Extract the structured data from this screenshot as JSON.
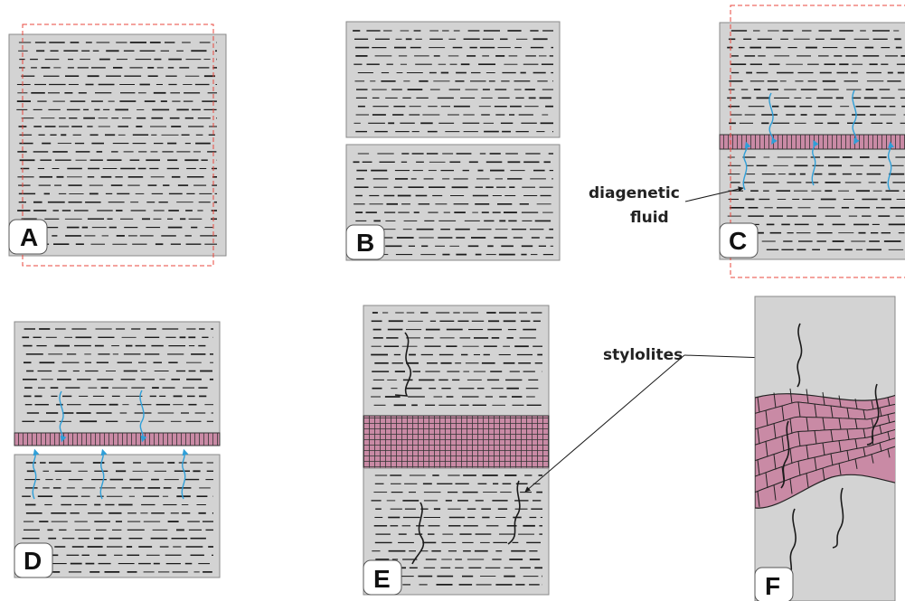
{
  "panels": [
    {
      "letter": "A"
    },
    {
      "letter": "B"
    },
    {
      "letter": "C"
    },
    {
      "letter": "D"
    },
    {
      "letter": "E"
    },
    {
      "letter": "F"
    }
  ],
  "annotations": {
    "diagenetic_line1": "diagenetic",
    "diagenetic_line2": "fluid",
    "stylolites": "stylolites"
  },
  "colors": {
    "rock": "#d3d3d3",
    "cement": "#c98aa5",
    "fluid_arrow": "#2f9fd8",
    "dashed_outline": "#e8473c",
    "ink": "#1a1a1a"
  }
}
